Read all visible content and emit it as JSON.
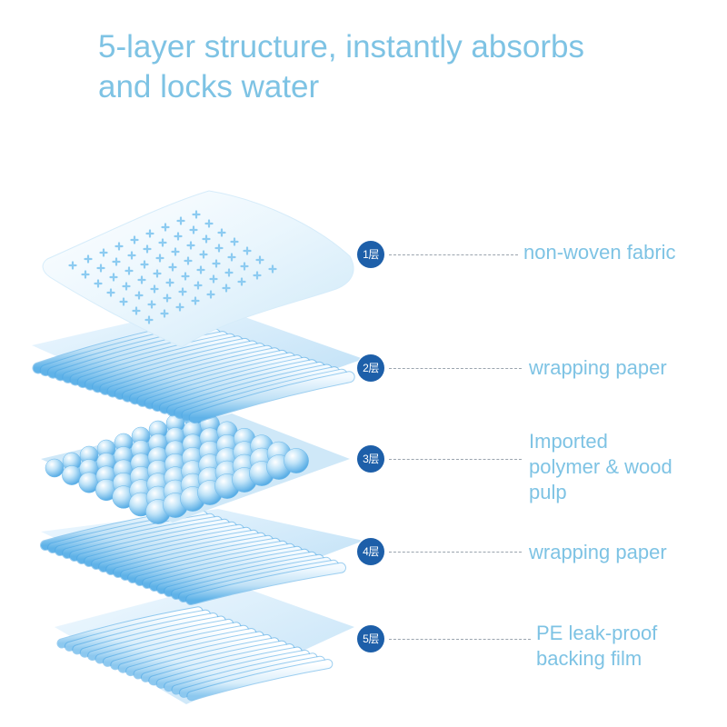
{
  "title": {
    "line1": "5-layer structure, instantly absorbs",
    "line2": "and locks water"
  },
  "layers": [
    {
      "badge": "1层",
      "label_lines": [
        "non-woven fabric"
      ]
    },
    {
      "badge": "2层",
      "label_lines": [
        "wrapping paper"
      ]
    },
    {
      "badge": "3层",
      "label_lines": [
        "Imported",
        "polymer & wood",
        "pulp"
      ]
    },
    {
      "badge": "4层",
      "label_lines": [
        "wrapping paper"
      ]
    },
    {
      "badge": "5层",
      "label_lines": [
        "PE leak-proof",
        "backing film"
      ]
    }
  ],
  "colors": {
    "title": "#7ec3e4",
    "badge": "#1d5fa9",
    "leader": "#9aa4ae",
    "layer_light": "#eaf6fd",
    "layer_mid": "#a9d6f2",
    "layer_dark": "#58aee6"
  }
}
